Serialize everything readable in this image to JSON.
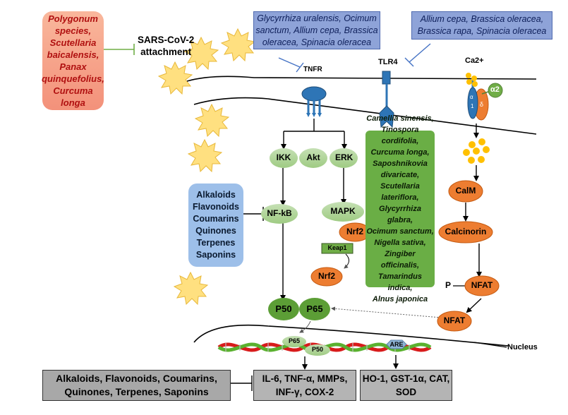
{
  "herbs": {
    "sars_inhibitors": [
      "Polygonum species,",
      "Scutellaria baicalensis,",
      "Panax quinquefolius,",
      "Curcuma longa"
    ],
    "tnfr_inhibitors": [
      "Glycyrrhiza uralensis, Ocimum",
      "sanctum, Allium cepa, Brassica",
      "oleracea, Spinacia oleracea"
    ],
    "tlr4_inhibitors": [
      "Allium cepa, Brassica oleracea,",
      "Brassica rapa, Spinacia oleracea"
    ],
    "nrf2_activators": [
      "Camellia sinensis,",
      "Tinospora cordifolia,",
      "Curcuma longa,",
      "Saposhnikovia",
      "divaricate,",
      "Scutellaria",
      "lateriflora,",
      "Glycyrrhiza glabra,",
      "Ocimum sanctum,",
      "Nigella sativa,",
      "Zingiber officinalis,",
      "Tamarindus indica,",
      "Alnus japonica"
    ],
    "nfkb_inhibitors": [
      "Alkaloids",
      "Flavonoids",
      "Coumarins",
      "Quinones",
      "Terpenes",
      "Saponins"
    ]
  },
  "labels": {
    "sars": [
      "SARS-CoV-2",
      "attachment"
    ],
    "tnfr": "TNFR",
    "tlr4": "TLR4",
    "ca": "Ca2+",
    "alpha2": "α2",
    "channel_a": "α",
    "channel_d": "δ",
    "channel_1": "1",
    "ikk": "IKK",
    "akt": "Akt",
    "erk": "ERK",
    "nfkb": "NF-kB",
    "mapk": "MAPK",
    "nrf2": "Nrf2",
    "keap1": "Keap1",
    "nrf2_free": "Nrf2",
    "calm": "CalM",
    "calcinorin": "Calcinorin",
    "p": "P",
    "nfat": "NFAT",
    "nfat2": "NFAT",
    "p50": "P50",
    "p65": "P65",
    "p65_small": "P65",
    "p50_small": "P50",
    "are": "ARE",
    "nucleus": "Nucleus"
  },
  "outputs": {
    "compounds": [
      "Alkaloids, Flavonoids, Coumarins,",
      "Quinones, Terpenes, Saponins"
    ],
    "cytokines": [
      "IL-6, TNF-α, MMPs,",
      "INF-γ, COX-2"
    ],
    "antioxidants": [
      "HO-1, GST-1α, CAT,",
      "SOD"
    ]
  },
  "colors": {
    "green_node": "#a9d18e",
    "dark_green_node": "#5c9e36",
    "orange_node": "#ed7d31",
    "blue_receptor": "#2e75b6",
    "virus": "#ffd966",
    "calcium": "#ffc000"
  }
}
